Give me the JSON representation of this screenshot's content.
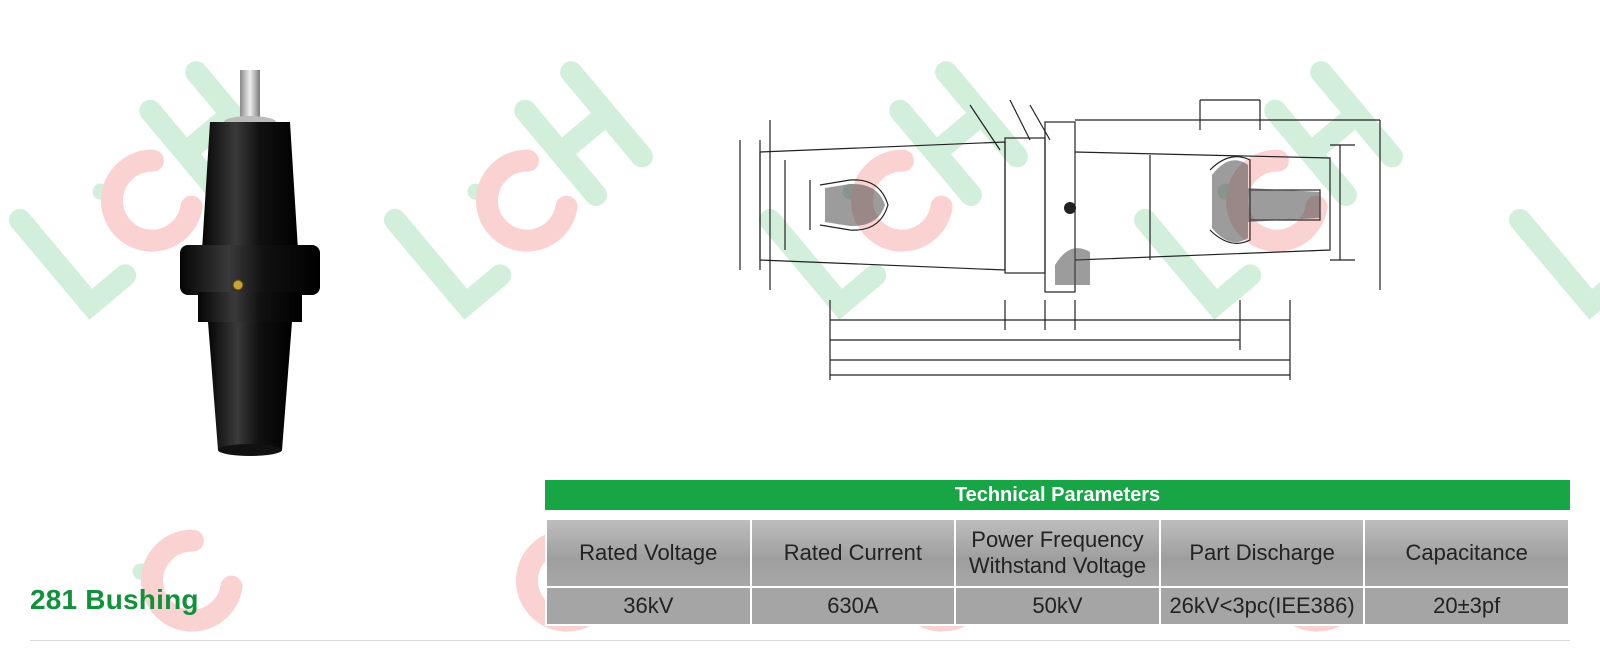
{
  "product": {
    "title": "281 Bushing"
  },
  "brand_watermark": "LiCHi",
  "technical_parameters": {
    "heading": "Technical Parameters",
    "headers": [
      "Rated Voltage",
      "Rated Current",
      "Power Frequency Withstand Voltage",
      "Part Discharge",
      "Capacitance"
    ],
    "values": [
      "36kV",
      "630A",
      "50kV",
      "26kV<3pc(IEE386)",
      "20±3pf"
    ]
  },
  "colors": {
    "accent_green": "#18a546",
    "title_green": "#12913b",
    "header_gray": "#a8a8a8"
  }
}
